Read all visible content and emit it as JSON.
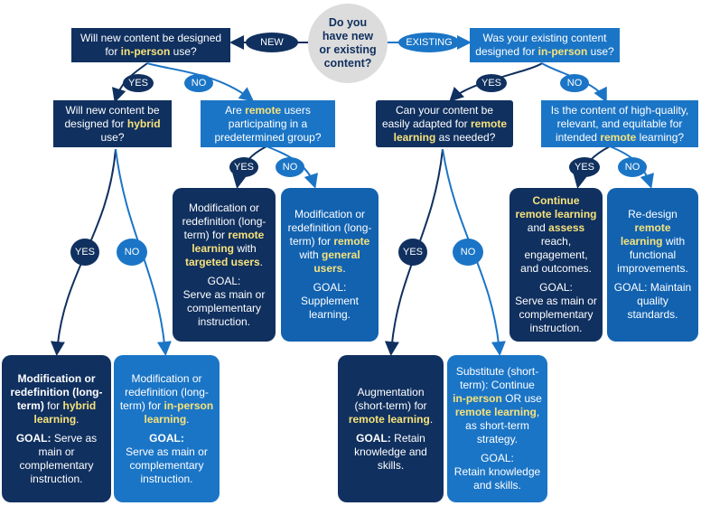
{
  "start": "Do you have new or existing content?",
  "branches": {
    "new": "NEW",
    "existing": "EXISTING",
    "yes": "YES",
    "no": "NO"
  },
  "q_new": {
    "pre": "Will new content be designed for ",
    "hl": "in-person",
    "post": " use?"
  },
  "q_existing": {
    "pre": "Was your existing content designed for ",
    "hl": "in-person",
    "post": " use?"
  },
  "q_hybrid": {
    "pre": "Will new content be designed for ",
    "hl": "hybrid",
    "post": " use?"
  },
  "q_remote_group": {
    "pre": "Are ",
    "hl": "remote",
    "post": " users participating in a predetermined group?"
  },
  "q_adapt": {
    "pre": "Can your content be easily adapted for ",
    "hl": "remote learning",
    "post": " as needed?"
  },
  "q_quality": {
    "pre": "Is the content of high-quality, relevant, and equitable for intended ",
    "hl": "remote",
    "post": " learning?"
  },
  "r_targeted": {
    "pre": "Modification or redefinition (long-term) for ",
    "hl1": "remote learning",
    "mid": " with ",
    "hl2": "targeted users",
    "post": ".",
    "goal_label": "GOAL:",
    "goal": "Serve as main or complementary instruction."
  },
  "r_general": {
    "pre": "Modification or redefinition (long-term) for ",
    "hl1": "remote",
    "mid": " with ",
    "hl2": "general users",
    "post": ".",
    "goal_label": "GOAL:",
    "goal": "Supplement learning."
  },
  "r_continue": {
    "hl1": "Continue remote learning",
    "mid": " and ",
    "hl2": "assess",
    "post": " reach, engagement, and outcomes.",
    "goal_label": "GOAL:",
    "goal": "Serve as main or complementary instruction."
  },
  "r_redesign": {
    "pre": "Re-design ",
    "hl": "remote learning",
    "post": " with functional improvements.",
    "goal_label": "GOAL:",
    "goal": "Maintain quality standards."
  },
  "r_hybrid": {
    "title": "Modification or redefinition (long-term)",
    "mid": " for ",
    "hl": "hybrid learning",
    "post": ".",
    "goal_label": "GOAL:",
    "goal": "Serve as main or complementary instruction."
  },
  "r_inperson": {
    "pre": "Modification or redefinition (long-term) for ",
    "hl": "in-person learning",
    "post": ".",
    "goal_label": "GOAL:",
    "goal": "Serve as main or complementary instruction."
  },
  "r_augment": {
    "pre": "Augmentation (short-term) for ",
    "hl": "remote learning",
    "post": ".",
    "goal_label": "GOAL:",
    "goal": "Retain knowledge and skills."
  },
  "r_substitute": {
    "pre": "Substitute (short-term): Continue ",
    "hl1": "in-person",
    "mid": " OR use ",
    "hl2": "remote learning",
    "post": ", as short-term strategy.",
    "goal_label": "GOAL:",
    "goal": "Retain knowledge and skills."
  },
  "colors": {
    "dark": "#10305f",
    "mid": "#1262b0",
    "light": "#1b75c6",
    "highlight": "#f6e27a",
    "start": "#dcdcdc"
  }
}
